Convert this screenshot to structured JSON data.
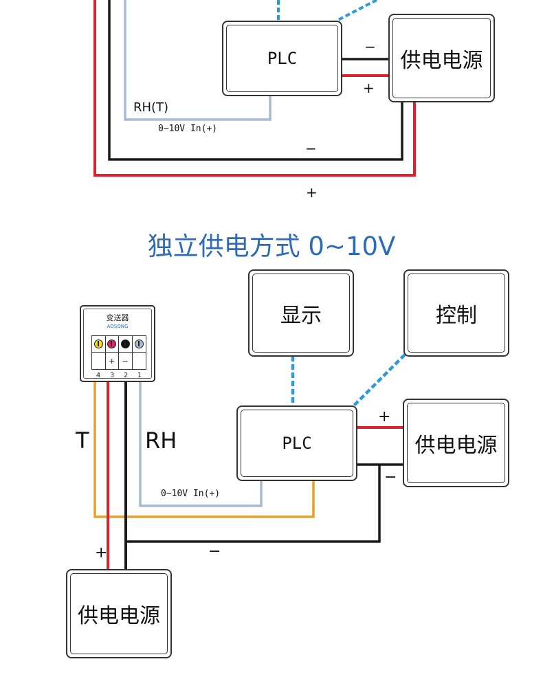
{
  "top": {
    "plc_label": "PLC",
    "power_label": "供电电源",
    "rh_label": "RH(T)",
    "signal_label": "0~10V In(+)",
    "plc_minus": "−",
    "plc_plus": "+",
    "bottom_minus": "−",
    "bottom_plus": "+"
  },
  "title": "独立供电方式 0~10V",
  "bottom": {
    "display_label": "显示",
    "control_label": "控制",
    "plc_label": "PLC",
    "power_right_label": "供电电源",
    "power_left_label": "供电电源",
    "t_label": "T",
    "rh_label": "RH",
    "signal_label": "0~10V In(+)",
    "power_plus": "+",
    "power_minus": "−",
    "left_plus": "+",
    "left_minus": "−"
  },
  "transmitter": {
    "name": "变送器",
    "brand": "AOSONG",
    "terminal_signs": [
      "",
      "+",
      "−",
      ""
    ],
    "pin_numbers": [
      "4",
      "3",
      "2",
      "1"
    ],
    "wire_colors": [
      "#e5a22a",
      "#e0202a",
      "#1a1a1a",
      "#a9bad2"
    ]
  },
  "colors": {
    "title": "#2e6bb5",
    "red_wire": "#e0202a",
    "black_wire": "#1a1a1a",
    "orange_wire": "#e5a22a",
    "blue_signal_wire": "#a9bad2",
    "dashed_link": "#2b9ad8"
  }
}
